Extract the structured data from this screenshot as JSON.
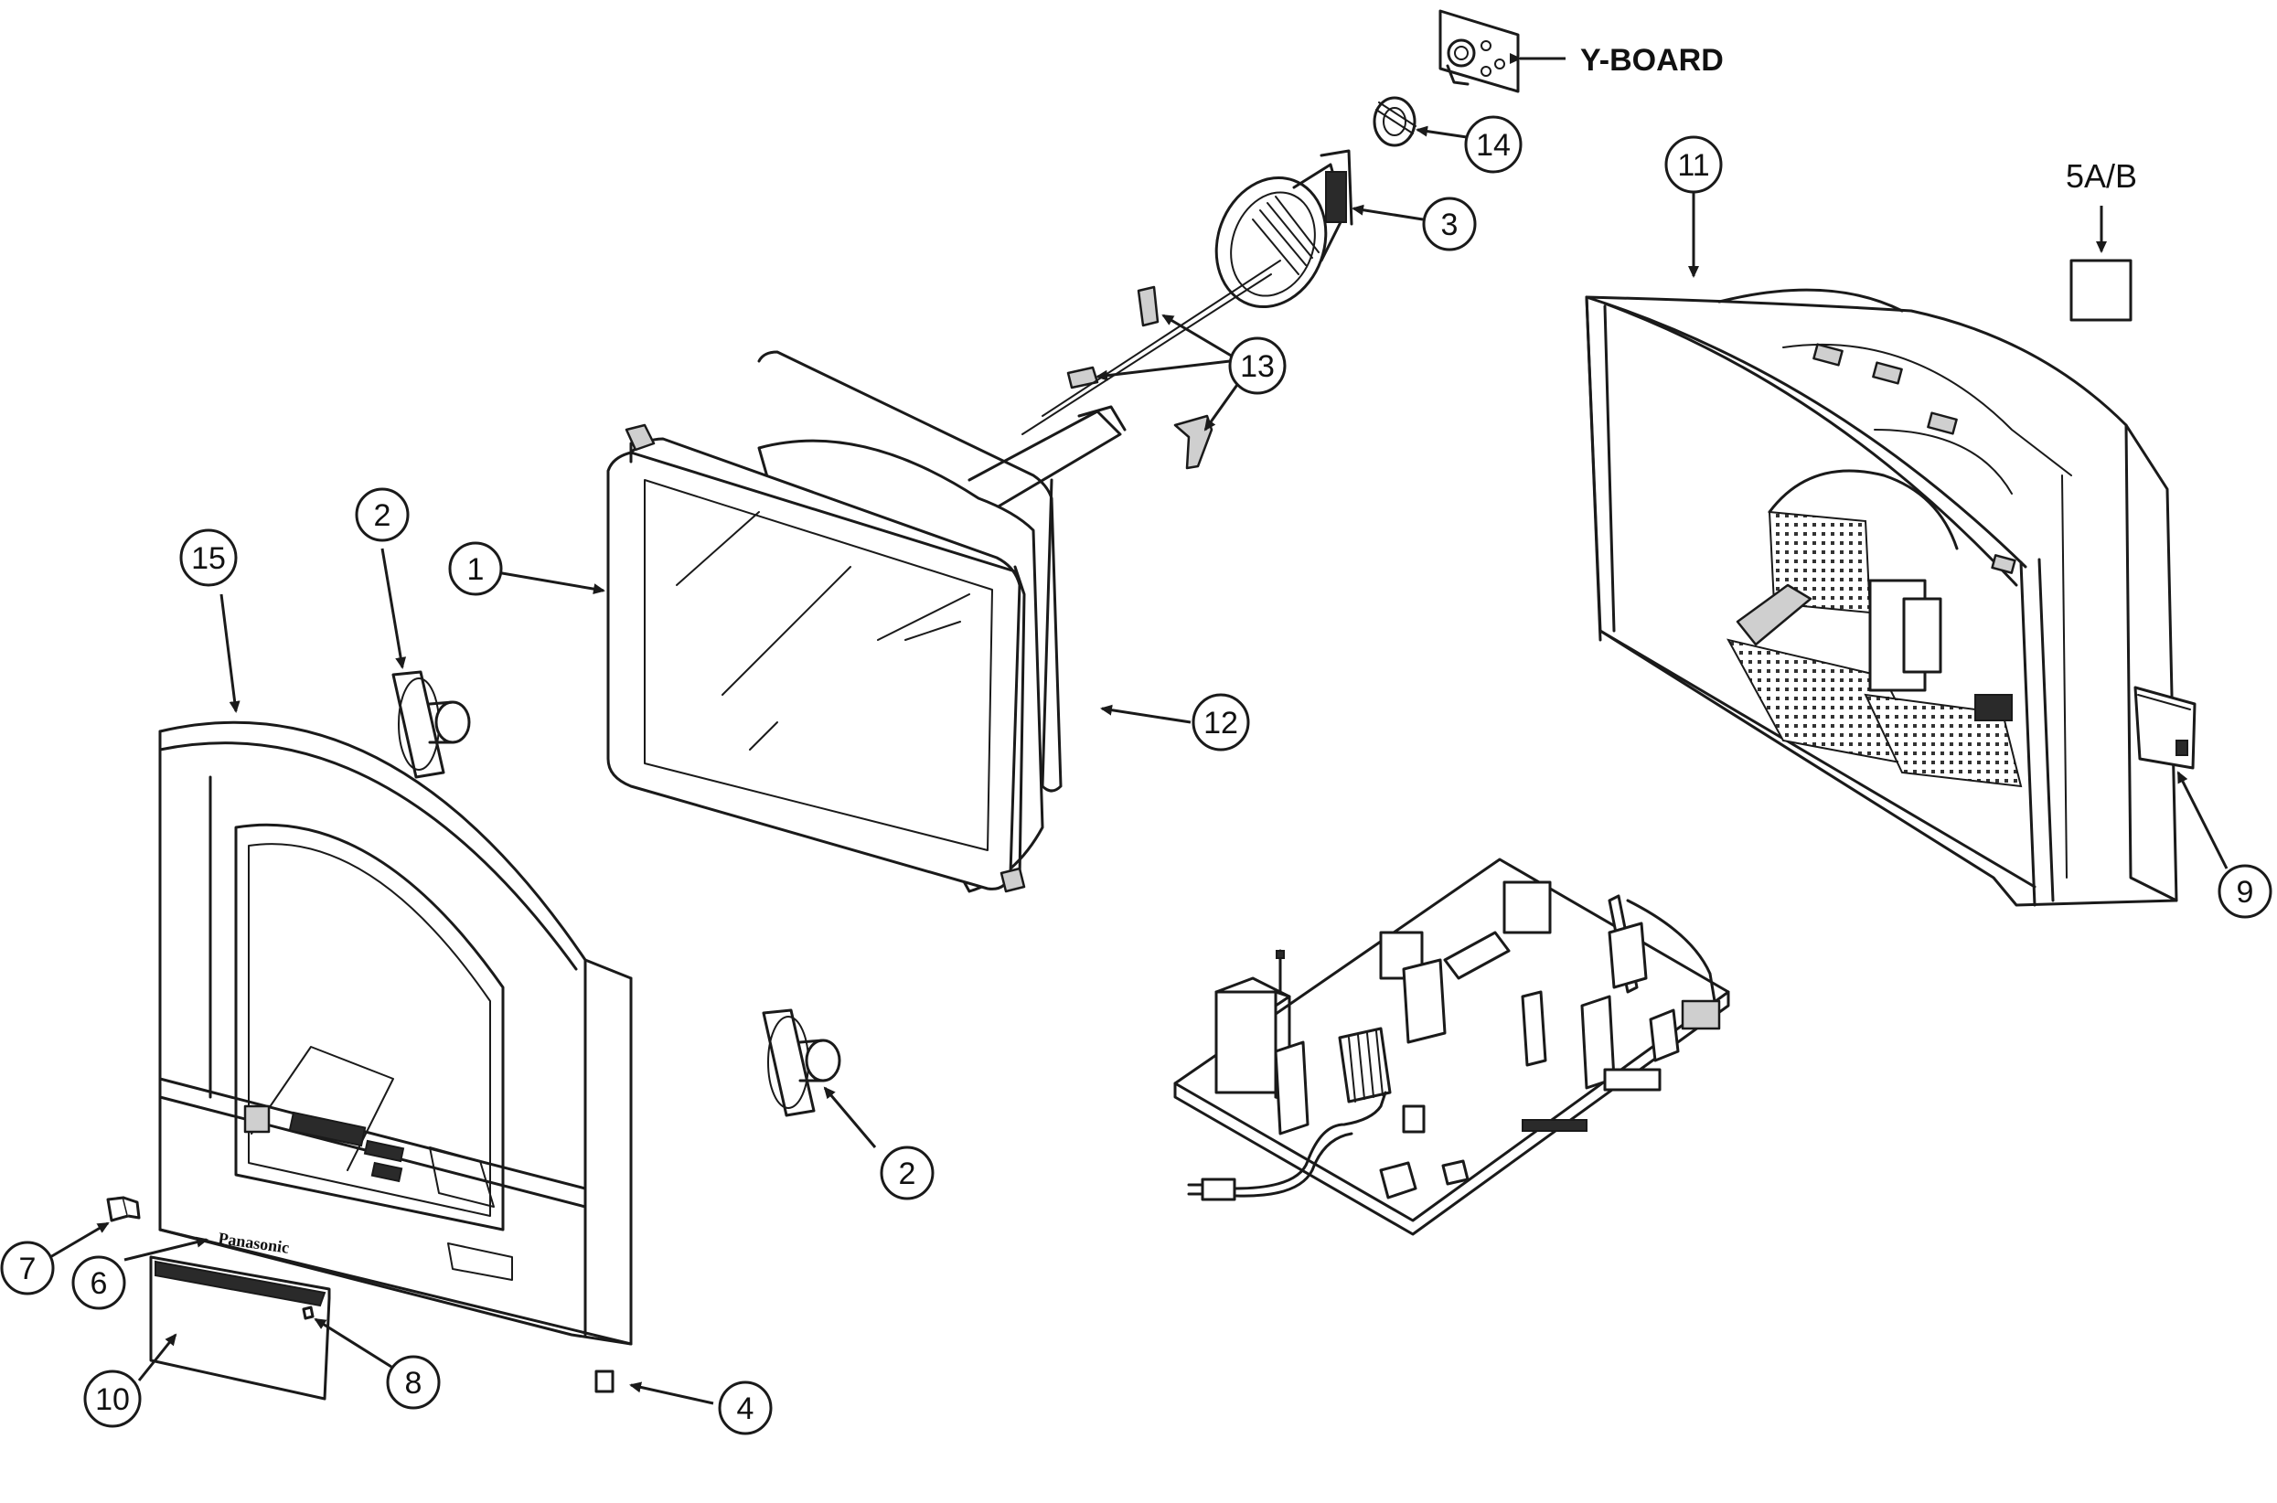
{
  "labels": {
    "y_board": "Y-BOARD",
    "c5ab": "5A/B"
  },
  "callouts": {
    "c1": "1",
    "c2a": "2",
    "c2b": "2",
    "c3": "3",
    "c4": "4",
    "c6": "6",
    "c7": "7",
    "c8": "8",
    "c9": "9",
    "c10": "10",
    "c11": "11",
    "c12": "12",
    "c13": "13",
    "c14": "14",
    "c15": "15"
  },
  "logo": {
    "brand": "Panasonic"
  }
}
